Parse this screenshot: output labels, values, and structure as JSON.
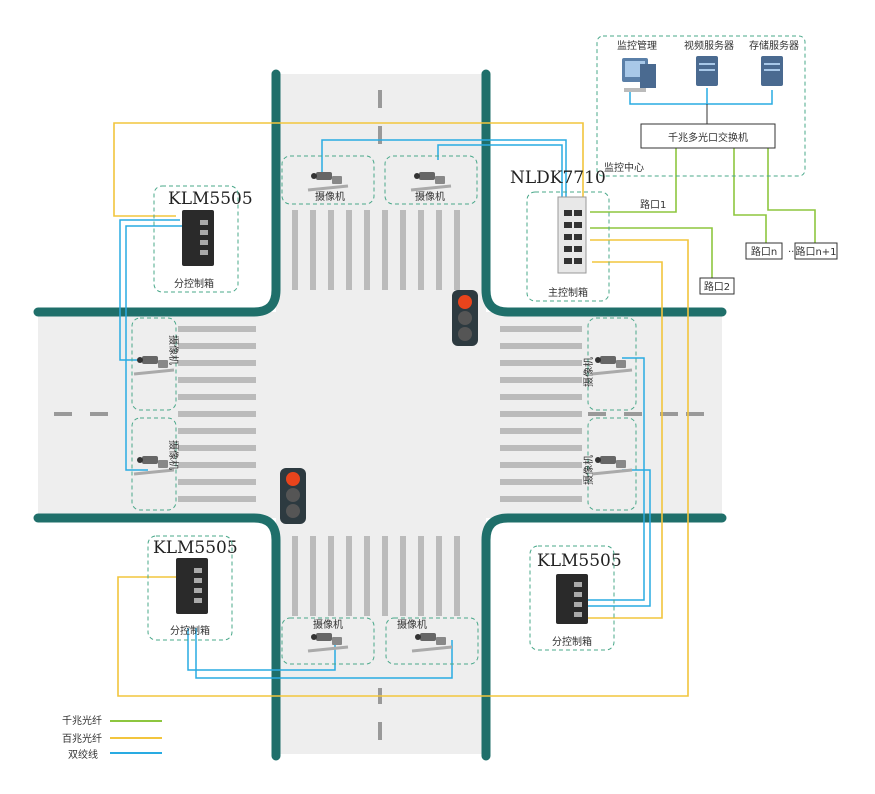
{
  "control_center": {
    "title": "监控中心",
    "switch_label": "千兆多光口交换机",
    "servers": [
      {
        "label": "监控管理",
        "icon": "monitor-pc-icon"
      },
      {
        "label": "视频服务器",
        "icon": "server-icon"
      },
      {
        "label": "存储服务器",
        "icon": "server-icon"
      }
    ],
    "port_labels": {
      "p1": "路口1",
      "p2": "路口2",
      "pn": "路口n",
      "dots": "······",
      "pn1": "路口n+1"
    }
  },
  "main_box": {
    "model": "NLDK7710",
    "label": "主控制箱"
  },
  "sub_boxes": [
    {
      "id": "nw",
      "model": "KLM5505",
      "label": "分控制箱"
    },
    {
      "id": "sw",
      "model": "KLM5505",
      "label": "分控制箱"
    },
    {
      "id": "se",
      "model": "KLM5505",
      "label": "分控制箱"
    }
  ],
  "camera_label": "摄像机",
  "legend": [
    {
      "label": "千兆光纤",
      "color": "#8dc63f"
    },
    {
      "label": "百兆光纤",
      "color": "#f2c53d"
    },
    {
      "label": "双绞线",
      "color": "#29abe2"
    }
  ],
  "colors": {
    "road_edge": "#1f6f6a",
    "road": "#eeeeee",
    "gigabit_fiber": "#8dc63f",
    "fast_fiber": "#f2c53d",
    "twisted_pair": "#29abe2",
    "dashed_box": "#4aa88a"
  }
}
